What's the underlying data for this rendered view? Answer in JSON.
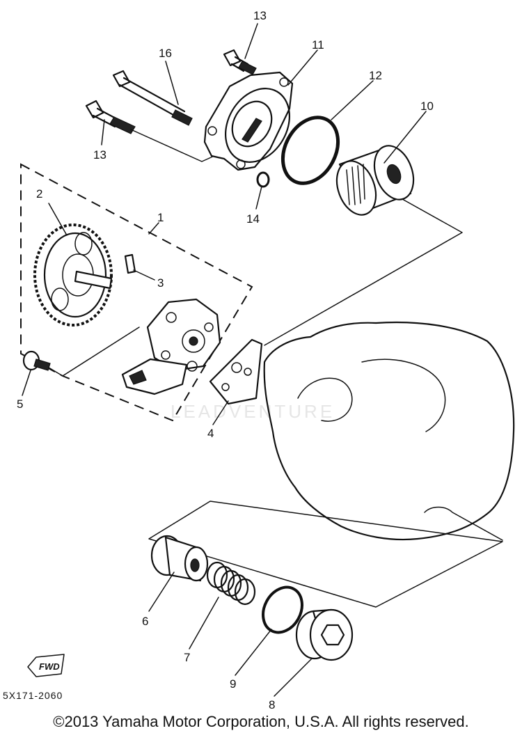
{
  "parts": [
    {
      "id": "p1",
      "label": "1"
    },
    {
      "id": "p2",
      "label": "2"
    },
    {
      "id": "p3",
      "label": "3"
    },
    {
      "id": "p4",
      "label": "4"
    },
    {
      "id": "p5",
      "label": "5"
    },
    {
      "id": "p6",
      "label": "6"
    },
    {
      "id": "p7",
      "label": "7"
    },
    {
      "id": "p8",
      "label": "8"
    },
    {
      "id": "p9",
      "label": "9"
    },
    {
      "id": "p10",
      "label": "10"
    },
    {
      "id": "p11",
      "label": "11"
    },
    {
      "id": "p12",
      "label": "12"
    },
    {
      "id": "p13a",
      "label": "13"
    },
    {
      "id": "p13b",
      "label": "13"
    },
    {
      "id": "p14",
      "label": "14"
    },
    {
      "id": "p16",
      "label": "16"
    }
  ],
  "diagram_code": "5X171-2060",
  "badge": "FWD",
  "watermark": "LEADVENTURE",
  "copyright": "©2013 Yamaha Motor Corporation, U.S.A. All rights reserved."
}
